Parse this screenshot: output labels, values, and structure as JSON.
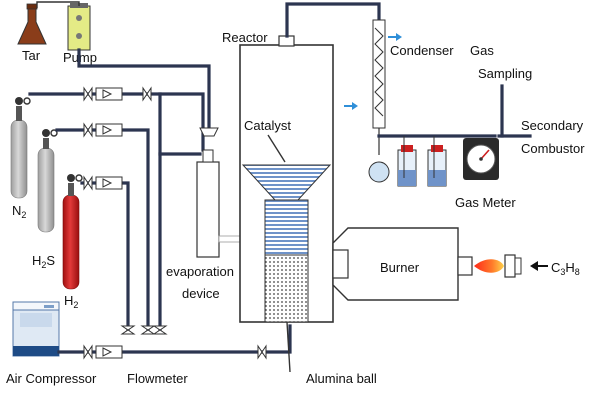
{
  "labels": {
    "tar": "Tar",
    "pump": "Pump",
    "n2_main": "N",
    "n2_sub": "2",
    "h2s_main": "H",
    "h2s_sub": "2",
    "h2s_tail": "S",
    "h2_main": "H",
    "h2_sub": "2",
    "air_compressor": "Air Compressor",
    "flowmeter": "Flowmeter",
    "evaporation_line1": "evaporation",
    "evaporation_line2": "device",
    "reactor": "Reactor",
    "catalyst": "Catalyst",
    "alumina_ball": "Alumina ball",
    "burner": "Burner",
    "fuel_c": "C",
    "fuel_c_sub": "3",
    "fuel_h": "H",
    "fuel_h_sub": "8",
    "condenser": "Condenser",
    "gas_sampling_line1": "Gas",
    "gas_sampling_line2": "Sampling",
    "secondary_line1": "Secondary",
    "secondary_line2": "Combustor",
    "gas_meter": "Gas Meter"
  },
  "colors": {
    "tar_flask": "#8a3d1a",
    "pump_body": "#e4eb86",
    "cylinder_grey": "#bdbdbd",
    "cylinder_red": "#cc1f1f",
    "catalyst_blue": "#6f93c9",
    "pipe": "#2c3550",
    "flow_arrow": "#2f8fd8",
    "flame": "#f2562a"
  },
  "icons": [
    "valve-icon",
    "flowmeter-icon",
    "regulator-icon",
    "arrow-icon",
    "flame-icon"
  ]
}
